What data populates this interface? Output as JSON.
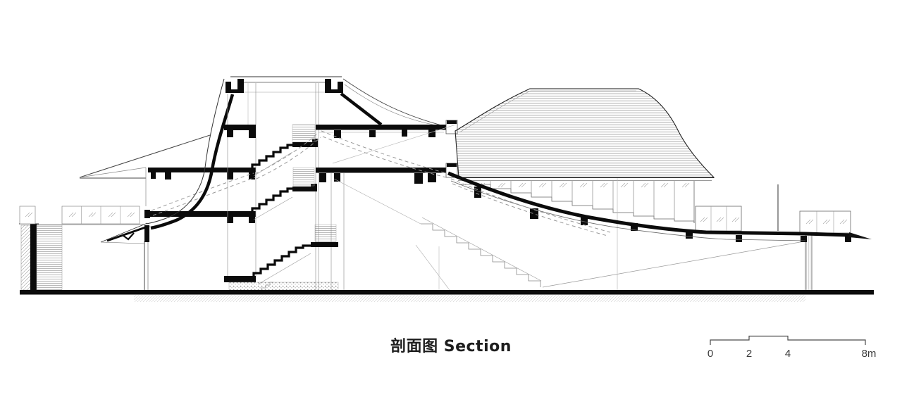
{
  "colors": {
    "background": "#ffffff",
    "ink": "#0b0b0b",
    "medium_line": "#444444",
    "light_line": "#999999",
    "scalebar_line": "#4a4a4a",
    "scalebar_text": "#3a3a3a"
  },
  "caption": {
    "text": "剖面图 Section"
  },
  "scalebar": {
    "ticks": [
      "0",
      "2",
      "4",
      "8m"
    ]
  }
}
